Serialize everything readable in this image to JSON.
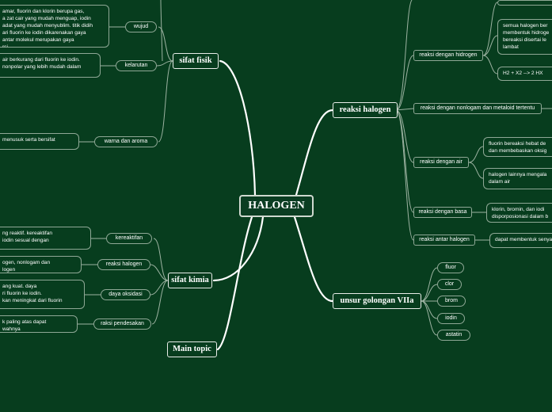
{
  "central": "HALOGEN",
  "main_topics": {
    "sifat_fisik": "sifat fisik",
    "sifat_kimia": "sifat kimia",
    "main_topic": "Main topic",
    "reaksi_halogen": "reaksi halogen",
    "unsur_golongan": "unsur golongan VIIa"
  },
  "sifat_fisik": {
    "wujud": {
      "label": "wujud",
      "text": [
        "amar, fluorin dan klorin berupa gas,",
        "a zat cair yang mudah menguap, iodin",
        "adat yang mudah menyublim. titik didih",
        "ari fluorin ke iodin dikarenakan gaya",
        "antar molekul merupakan gaya",
        "rsi"
      ]
    },
    "kelarutan": {
      "label": "kelarutan",
      "text": [
        "air berkurang dari fluorin ke iodin.",
        "nonpolar yang lebih mudah dalam"
      ]
    },
    "warna_aroma": {
      "label": "warna dan aroma",
      "text": [
        "menusuk serta bersifat"
      ]
    }
  },
  "sifat_kimia": {
    "kereaktifan": {
      "label": "kereaktifan",
      "text": [
        "ng reaktif. kereaktifan",
        "iodin  sesual dengan"
      ]
    },
    "reaksi_halogen": {
      "label": "reaksi halogen",
      "text": [
        "ogen, nonlogam dan",
        "logen"
      ]
    },
    "daya_oksidasi": {
      "label": "daya oksidasi",
      "text": [
        "ang kuat. daya",
        "ri fluorin ke iodin.",
        "kan meningkat dari fluorin"
      ]
    },
    "reaksi_pendesakan": {
      "label": "raksi pendesakan",
      "text": [
        "k paling atas dapat",
        "wahnya"
      ]
    }
  },
  "reaksi_halogen": {
    "hidrogen": {
      "label": "reaksi dengan hidrogen",
      "leaf1": [
        "semua halogen ber",
        "membentuk hidroge",
        "bereaksi disertai le",
        "lambat"
      ],
      "leaf2": [
        "H2 +  X2 --> 2 HX"
      ]
    },
    "nonlogam": {
      "label": "reaksi dengan nonlogam dan metaloid tertentu"
    },
    "air": {
      "label": "reaksi dengan  air",
      "leaf1": [
        "fluorin bereaksi hebat de",
        "dan membebaskan oksig"
      ],
      "leaf2": [
        "halogen lainnya mengala",
        "dalam air"
      ]
    },
    "basa": {
      "label": "reaksi dengan basa",
      "leaf1": [
        "klorin, bromin, dan iodi",
        "disporposionasi dalam b"
      ]
    },
    "antar": {
      "label": "reaksi antar halogen",
      "leaf1": [
        "dapat membentuk senya"
      ]
    }
  },
  "unsur_golongan": [
    "fluor",
    "clor",
    "brom",
    "iodin",
    "astatin"
  ]
}
